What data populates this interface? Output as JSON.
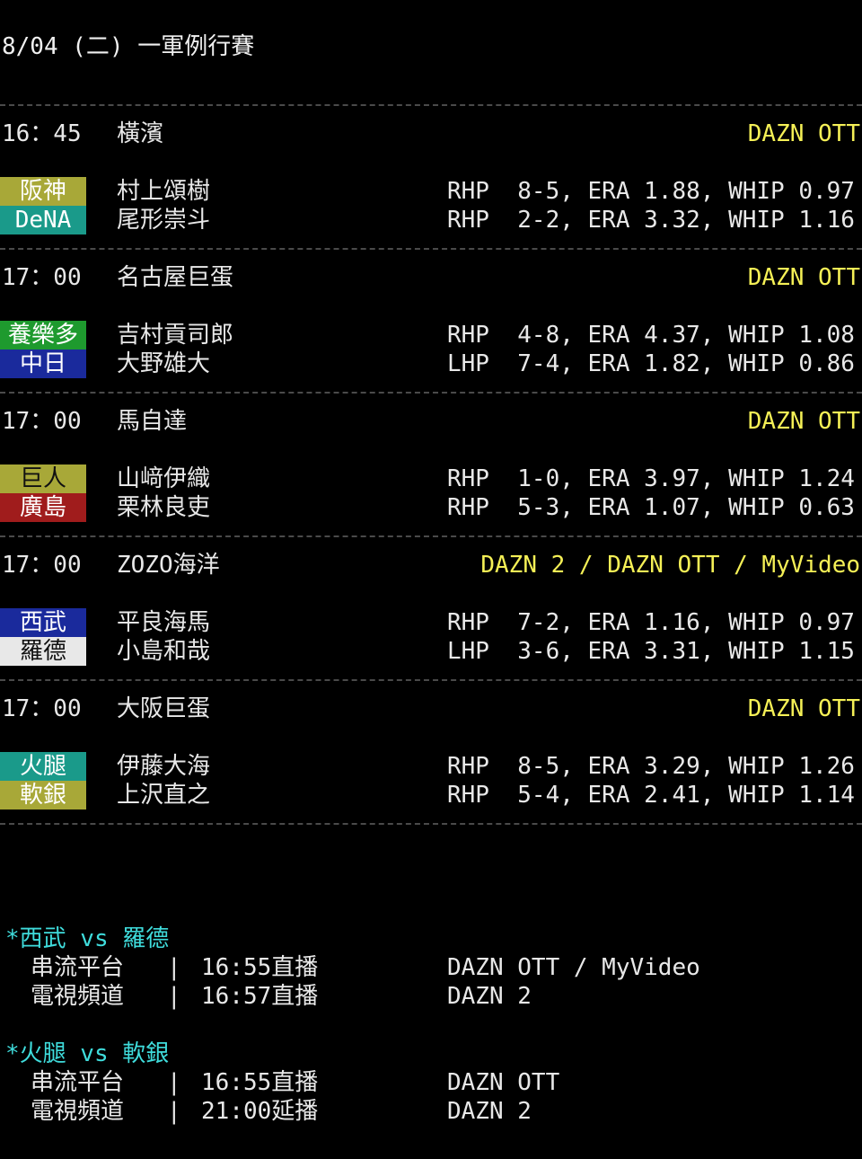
{
  "header": {
    "title": "8/04 (二) 一軍例行賽"
  },
  "colors": {
    "tv_text": "#f5f056",
    "note_title": "#3fdcdc",
    "olive": "#a8a838",
    "teal": "#1a9a8a",
    "green": "#1e9a2e",
    "navy": "#1a2a9c",
    "red": "#a01c1c",
    "white": "#e8e8e8"
  },
  "games": [
    {
      "time": "16：45",
      "venue": "橫濱",
      "tv": "DAZN OTT",
      "home": {
        "team": "阪神",
        "color": "#a8a838",
        "text_color": "#ffffff",
        "pitcher": "村上頌樹",
        "stats": "RHP  8-5, ERA 1.88, WHIP 0.97"
      },
      "away": {
        "team": "DeNA",
        "color": "#1a9a8a",
        "text_color": "#ffffff",
        "pitcher": "尾形崇斗",
        "stats": "RHP  2-2, ERA 3.32, WHIP 1.16"
      }
    },
    {
      "time": "17：00",
      "venue": "名古屋巨蛋",
      "tv": "DAZN OTT",
      "home": {
        "team": "養樂多",
        "color": "#1e9a2e",
        "text_color": "#ffffff",
        "pitcher": "吉村貢司郎",
        "stats": "RHP  4-8, ERA 4.37, WHIP 1.08"
      },
      "away": {
        "team": "中日",
        "color": "#1a2a9c",
        "text_color": "#ffffff",
        "pitcher": "大野雄大",
        "stats": "LHP  7-4, ERA 1.82, WHIP 0.86"
      }
    },
    {
      "time": "17：00",
      "venue": "馬自達",
      "tv": "DAZN OTT",
      "home": {
        "team": "巨人",
        "color": "#a8a838",
        "text_color": "#111111",
        "pitcher": "山﨑伊織",
        "stats": "RHP  1-0, ERA 3.97, WHIP 1.24"
      },
      "away": {
        "team": "廣島",
        "color": "#a01c1c",
        "text_color": "#ffffff",
        "pitcher": "栗林良吏",
        "stats": "RHP  5-3, ERA 1.07, WHIP 0.63"
      }
    },
    {
      "time": "17：00",
      "venue": "ZOZO海洋",
      "tv": "DAZN 2 / DAZN OTT / MyVideo",
      "home": {
        "team": "西武",
        "color": "#1a2a9c",
        "text_color": "#ffffff",
        "pitcher": "平良海馬",
        "stats": "RHP  7-2, ERA 1.16, WHIP 0.97"
      },
      "away": {
        "team": "羅德",
        "color": "#e8e8e8",
        "text_color": "#111111",
        "pitcher": "小島和哉",
        "stats": "LHP  3-6, ERA 3.31, WHIP 1.15"
      }
    },
    {
      "time": "17：00",
      "venue": "大阪巨蛋",
      "tv": "DAZN OTT",
      "home": {
        "team": "火腿",
        "color": "#1a9a8a",
        "text_color": "#ffffff",
        "pitcher": "伊藤大海",
        "stats": "RHP  8-5, ERA 3.29, WHIP 1.26"
      },
      "away": {
        "team": "軟銀",
        "color": "#a8a838",
        "text_color": "#ffffff",
        "pitcher": "上沢直之",
        "stats": "RHP  5-4, ERA 2.41, WHIP 1.14"
      }
    }
  ],
  "notes": [
    {
      "title": "*西武 vs 羅德",
      "lines": [
        {
          "label": "串流平台",
          "bar": "|",
          "when": "16:55直播",
          "channel": "DAZN OTT / MyVideo"
        },
        {
          "label": "電視頻道",
          "bar": "|",
          "when": "16:57直播",
          "channel": "DAZN 2"
        }
      ]
    },
    {
      "title": "*火腿 vs 軟銀",
      "lines": [
        {
          "label": "串流平台",
          "bar": "|",
          "when": "16:55直播",
          "channel": "DAZN OTT"
        },
        {
          "label": "電視頻道",
          "bar": "|",
          "when": "21:00延播",
          "channel": "DAZN 2"
        }
      ]
    }
  ]
}
